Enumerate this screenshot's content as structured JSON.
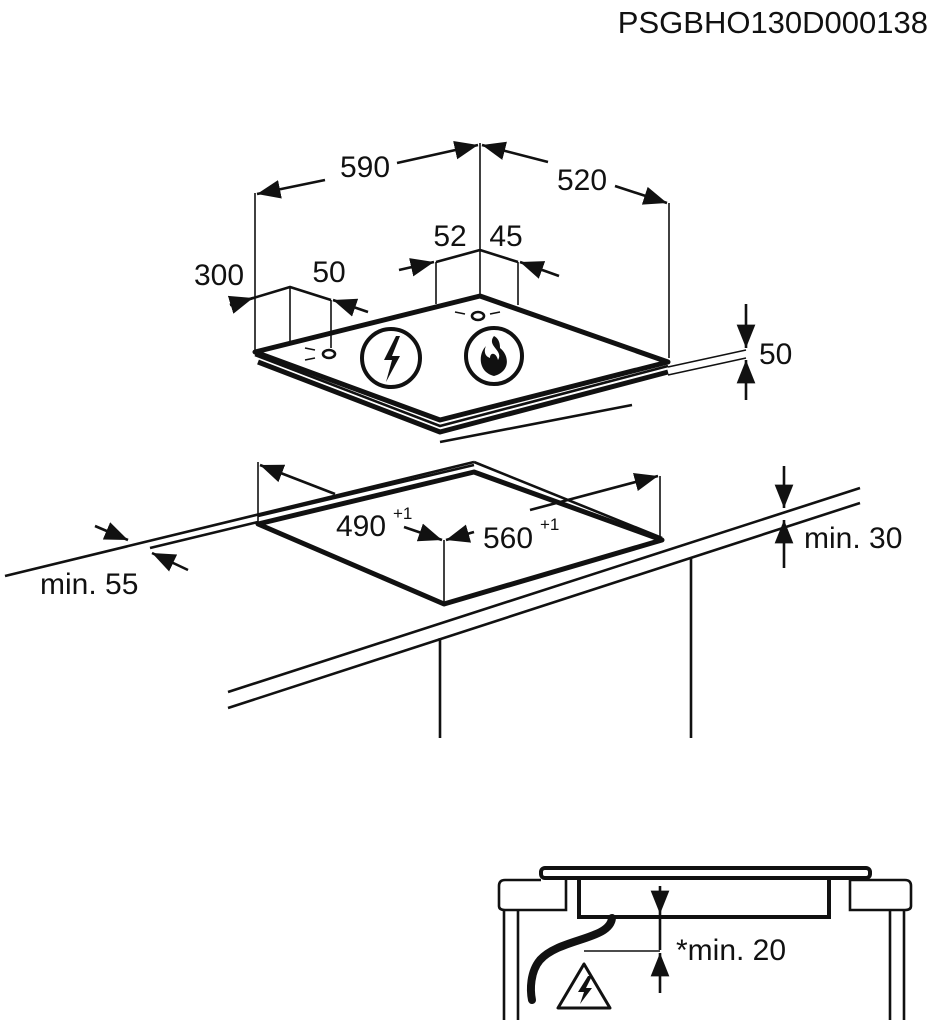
{
  "document_code": "PSGBHO130D000138",
  "hob_dimensions": {
    "width": "590",
    "depth": "520",
    "height": "50",
    "left_knob_offset": "300",
    "left_knob_spacing": "50",
    "rear_knob_left": "52",
    "rear_knob_right": "45"
  },
  "cutout": {
    "depth": "490",
    "depth_tolerance": "+1",
    "width": "560",
    "width_tolerance": "+1",
    "front_distance": "min. 55",
    "worktop_thickness": "min. 30"
  },
  "side_view": {
    "clearance": "*min. 20"
  },
  "symbols": {
    "electric": "lightning-bolt",
    "gas": "flame",
    "warning": "electric-hazard-triangle"
  }
}
